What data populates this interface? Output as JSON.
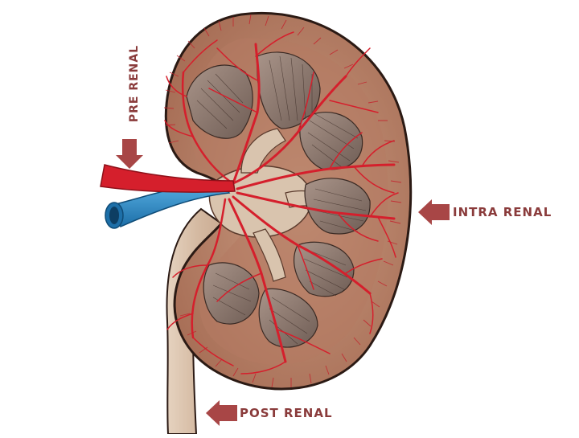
{
  "labels": {
    "pre_renal": "PRE RENAL",
    "intra_renal": "INTRA RENAL",
    "post_renal": "POST RENAL"
  },
  "colors": {
    "label_text": "#8a3b3b",
    "arrow": "#a84646",
    "cortex": "#b98066",
    "medulla": "#c8a88c",
    "pyramid": "#8f7a70",
    "artery": "#d51f2c",
    "vein": "#2a8fcf",
    "capsule_edge": "#2b1a14",
    "pelvis": "#d7c3ae"
  },
  "icons": [
    "down-arrow-icon",
    "left-arrow-icon",
    "left-arrow-icon"
  ]
}
